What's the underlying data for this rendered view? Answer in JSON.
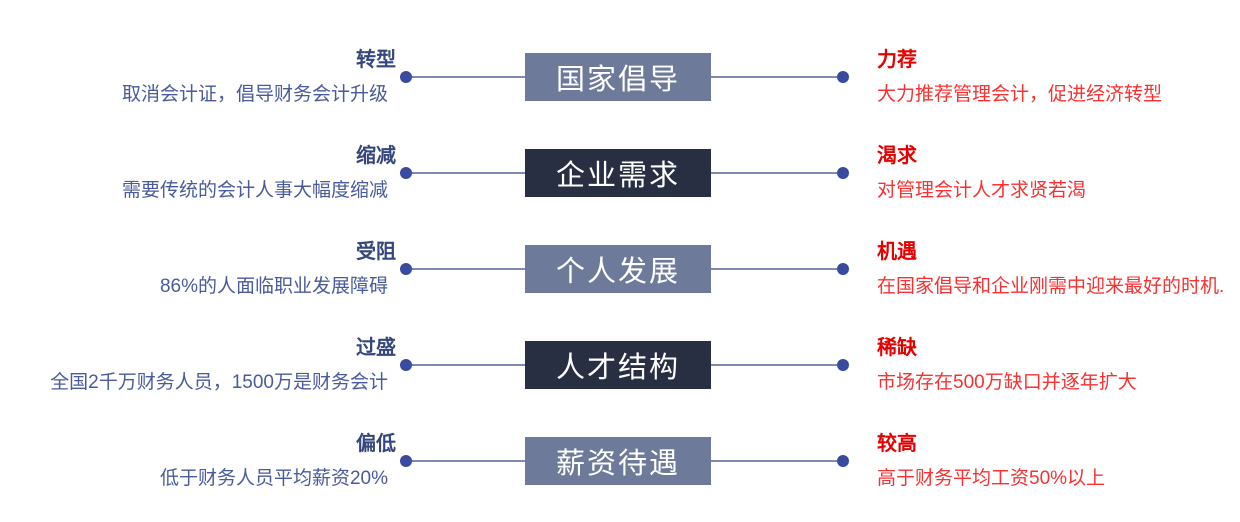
{
  "colors": {
    "box_slate": "#6d7a99",
    "box_dark": "#282f42",
    "left_heading": "#36477d",
    "left_desc": "#4a5a9b",
    "right_heading": "#e60000",
    "right_desc": "#f83232",
    "dot": "#3a4a9e",
    "line": "#8089b3"
  },
  "rows": [
    {
      "left_heading": "转型",
      "left_desc": "取消会计证，倡导财务会计升级",
      "center": "国家倡导",
      "box_style": "slate",
      "right_heading": "力荐",
      "right_desc": "大力推荐管理会计，促进经济转型"
    },
    {
      "left_heading": "缩减",
      "left_desc": "需要传统的会计人事大幅度缩减",
      "center": "企业需求",
      "box_style": "dark",
      "right_heading": "渴求",
      "right_desc": "对管理会计人才求贤若渴"
    },
    {
      "left_heading": "受阻",
      "left_desc": "86%的人面临职业发展障碍",
      "center": "个人发展",
      "box_style": "slate",
      "right_heading": "机遇",
      "right_desc": "在国家倡导和企业刚需中迎来最好的时机."
    },
    {
      "left_heading": "过盛",
      "left_desc": "全国2千万财务人员，1500万是财务会计",
      "center": "人才结构",
      "box_style": "dark",
      "right_heading": "稀缺",
      "right_desc": "市场存在500万缺口并逐年扩大"
    },
    {
      "left_heading": "偏低",
      "left_desc": "低于财务人员平均薪资20%",
      "center": "薪资待遇",
      "box_style": "slate",
      "right_heading": "较高",
      "right_desc": "高于财务平均工资50%以上"
    }
  ]
}
